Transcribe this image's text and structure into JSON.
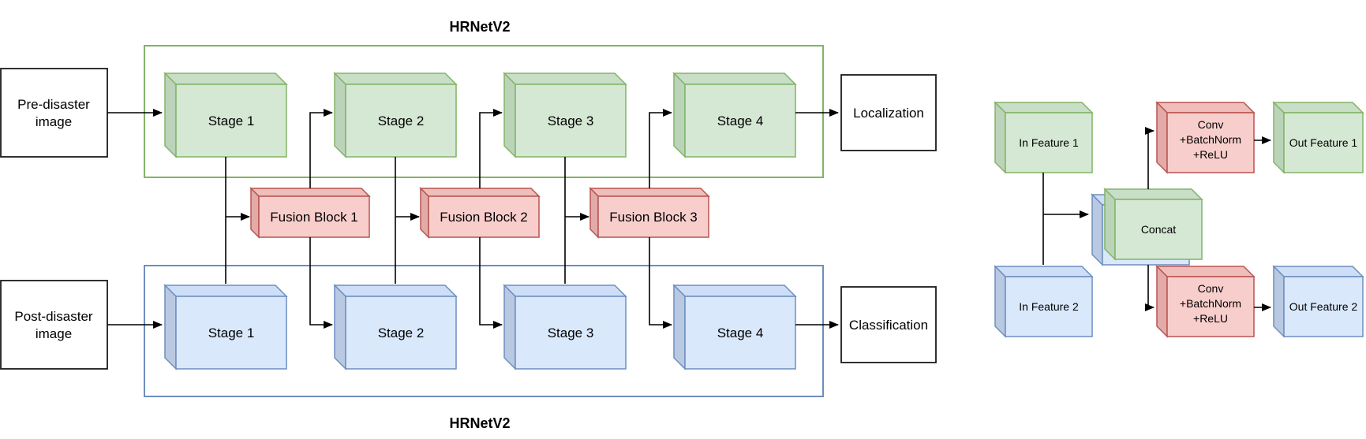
{
  "left": {
    "top_pipeline_label": "HRNetV2",
    "bottom_pipeline_label": "HRNetV2",
    "pre_input": {
      "line1": "Pre-disaster",
      "line2": "image"
    },
    "post_input": {
      "line1": "Post-disaster",
      "line2": "image"
    },
    "top_stages": [
      "Stage 1",
      "Stage 2",
      "Stage 3",
      "Stage 4"
    ],
    "bottom_stages": [
      "Stage 1",
      "Stage 2",
      "Stage 3",
      "Stage 4"
    ],
    "fusion_blocks": [
      "Fusion Block 1",
      "Fusion Block 2",
      "Fusion Block 3"
    ],
    "top_output": "Localization",
    "bottom_output": "Classification"
  },
  "right": {
    "in_feature_1": "In Feature 1",
    "in_feature_2": "In Feature 2",
    "concat": "Concat",
    "conv_top": {
      "line1": "Conv",
      "line2": "+BatchNorm",
      "line3": "+ReLU"
    },
    "conv_bottom": {
      "line1": "Conv",
      "line2": "+BatchNorm",
      "line3": "+ReLU"
    },
    "out_feature_1": "Out Feature 1",
    "out_feature_2": "Out Feature 2"
  },
  "colors": {
    "green_fill": "#D5E8D4",
    "green_stroke": "#82B366",
    "blue_fill": "#DAE8FC",
    "blue_stroke": "#6C8EBF",
    "red_fill": "#F8CECC",
    "red_stroke": "#B85450",
    "io_box_fill": "#ffffff",
    "io_box_stroke": "#1a1a1a",
    "edge": "#000000"
  }
}
